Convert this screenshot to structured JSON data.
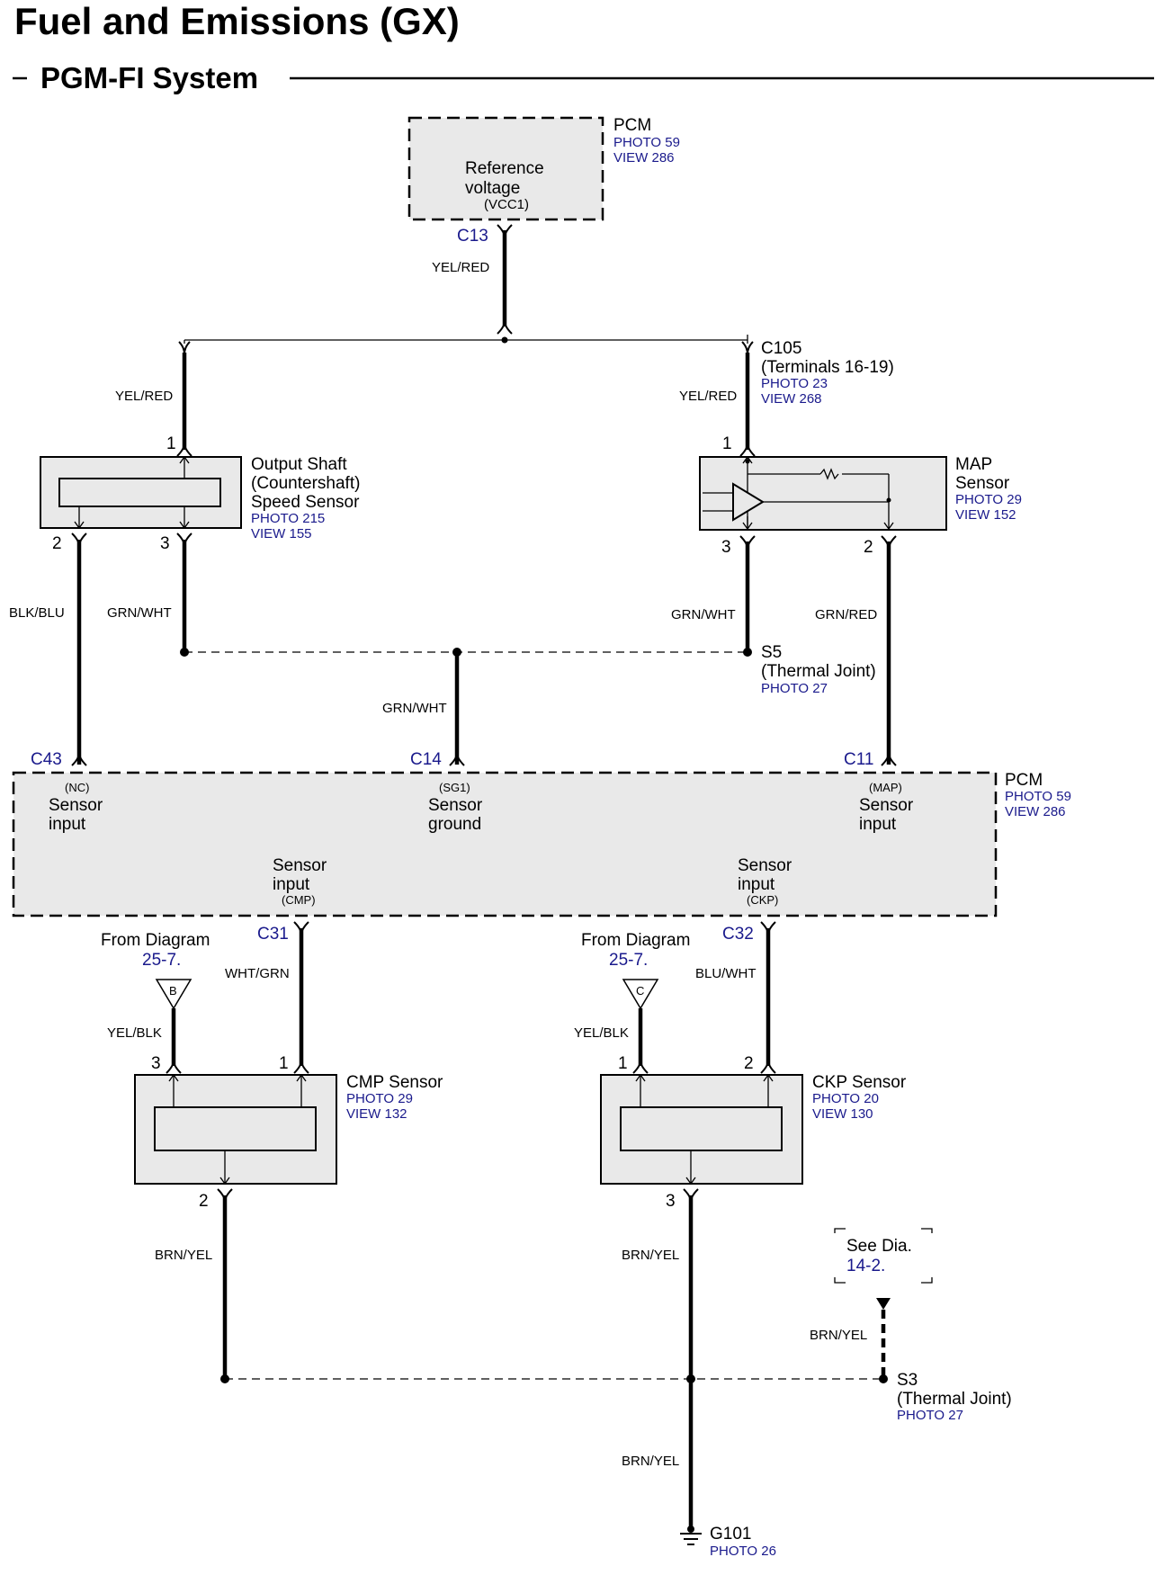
{
  "title": "Fuel and Emissions (GX)",
  "subtitle": "PGM-FI System",
  "pcm_top": {
    "name": "PCM",
    "photo": "PHOTO 59",
    "view": "VIEW 286",
    "line1": "Reference",
    "line2": "voltage",
    "term": "(VCC1)",
    "connector": "C13"
  },
  "wires": {
    "yel_red_main": "YEL/RED",
    "yel_red_left": "YEL/RED",
    "yel_red_right": "YEL/RED",
    "blk_blu": "BLK/BLU",
    "grn_wht_left": "GRN/WHT",
    "grn_wht_right": "GRN/WHT",
    "grn_red": "GRN/RED",
    "grn_wht_mid": "GRN/WHT",
    "wht_grn": "WHT/GRN",
    "blu_wht": "BLU/WHT",
    "yel_blk_left": "YEL/BLK",
    "yel_blk_right": "YEL/BLK",
    "brn_yel_1": "BRN/YEL",
    "brn_yel_2": "BRN/YEL",
    "brn_yel_3": "BRN/YEL",
    "brn_yel_4": "BRN/YEL"
  },
  "c105": {
    "name": "C105",
    "terminals": "(Terminals 16-19)",
    "photo": "PHOTO 23",
    "view": "VIEW 268"
  },
  "oss": {
    "line1": "Output Shaft",
    "line2": "(Countershaft)",
    "line3": "Speed Sensor",
    "photo": "PHOTO 215",
    "view": "VIEW 155",
    "pin_a": "1",
    "pin_b": "2",
    "pin_c": "3"
  },
  "map": {
    "line1": "MAP",
    "line2": "Sensor",
    "photo": "PHOTO 29",
    "view": "VIEW 152",
    "pin_a": "1",
    "pin_b": "3",
    "pin_c": "2"
  },
  "s5": {
    "name": "S5",
    "desc": "(Thermal Joint)",
    "photo": "PHOTO 27"
  },
  "pcm_main": {
    "name": "PCM",
    "photo": "PHOTO 59",
    "view": "VIEW 286",
    "c43": "C43",
    "c14": "C14",
    "c11": "C11",
    "c31": "C31",
    "c32": "C32",
    "nc_term": "(NC)",
    "nc_l1": "Sensor",
    "nc_l2": "input",
    "sg1_term": "(SG1)",
    "sg1_l1": "Sensor",
    "sg1_l2": "ground",
    "map_term": "(MAP)",
    "map_l1": "Sensor",
    "map_l2": "input",
    "cmp_l1": "Sensor",
    "cmp_l2": "input",
    "cmp_term": "(CMP)",
    "ckp_l1": "Sensor",
    "ckp_l2": "input",
    "ckp_term": "(CKP)"
  },
  "from_b": {
    "text": "From Diagram",
    "ref": "25-7.",
    "letter": "B"
  },
  "from_c": {
    "text": "From Diagram",
    "ref": "25-7.",
    "letter": "C"
  },
  "cmp": {
    "name": "CMP Sensor",
    "photo": "PHOTO 29",
    "view": "VIEW 132",
    "pin_a": "3",
    "pin_b": "1",
    "pin_c": "2"
  },
  "ckp": {
    "name": "CKP Sensor",
    "photo": "PHOTO 20",
    "view": "VIEW 130",
    "pin_a": "1",
    "pin_b": "2",
    "pin_c": "3"
  },
  "see_dia": {
    "text": "See  Dia.",
    "ref": "14-2."
  },
  "s3": {
    "name": "S3",
    "desc": "(Thermal Joint)",
    "photo": "PHOTO 27"
  },
  "g101": {
    "name": "G101",
    "photo": "PHOTO 26"
  }
}
